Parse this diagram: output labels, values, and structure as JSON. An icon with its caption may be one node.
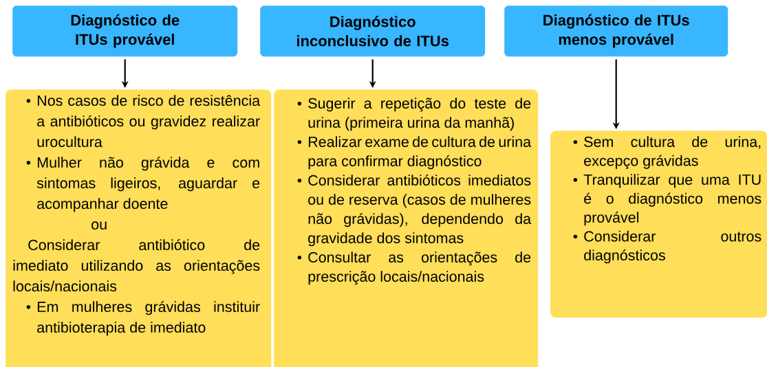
{
  "diagram": {
    "nodes": [
      {
        "text": [
          "Diagnóstico de ITUs provável"
        ]
      },
      {
        "text": [
          "Diagnóstico inconclusivo de ITUs"
        ]
      },
      {
        "text": [
          "Diagnóstico de ITUs menos provável"
        ]
      },
      {
        "text": [
          "Nos casos de risco de resistência a antibióticos ou gravidez realizar urocultura",
          "Mulher não grávida e com sintomas ligeiros, aguardar e acompanhar doente",
          "ou",
          "Considerar antibiótico de imediato utilizando as orientações locais/nacionais",
          "Em mulheres grávidas instituir antibioterapia de imediato"
        ]
      },
      {
        "text": [
          "Sugerir a repetição do teste de urina (primeira urina da manhã)",
          "Realizar exame de cultura de urina para confirmar diagnóstico",
          "Considerar antibióticos imediatos ou de reserva (casos de mulheres não grávidas), dependendo da gravidade dos sintomas",
          "Consultar as orientações de prescrição locais/nacionais"
        ]
      },
      {
        "text": [
          "Sem cultura de urina, excepço grávidas",
          "Tranquilizar que uma ITU é o diagnóstico menos provável",
          "Considerar outros diagnósticos"
        ]
      }
    ],
    "edges": [
      {
        "from": 0,
        "to": 3,
        "arrow": "to"
      },
      {
        "from": 1,
        "to": 4,
        "arrow": "to"
      },
      {
        "from": 2,
        "to": 5,
        "arrow": "to"
      }
    ]
  }
}
